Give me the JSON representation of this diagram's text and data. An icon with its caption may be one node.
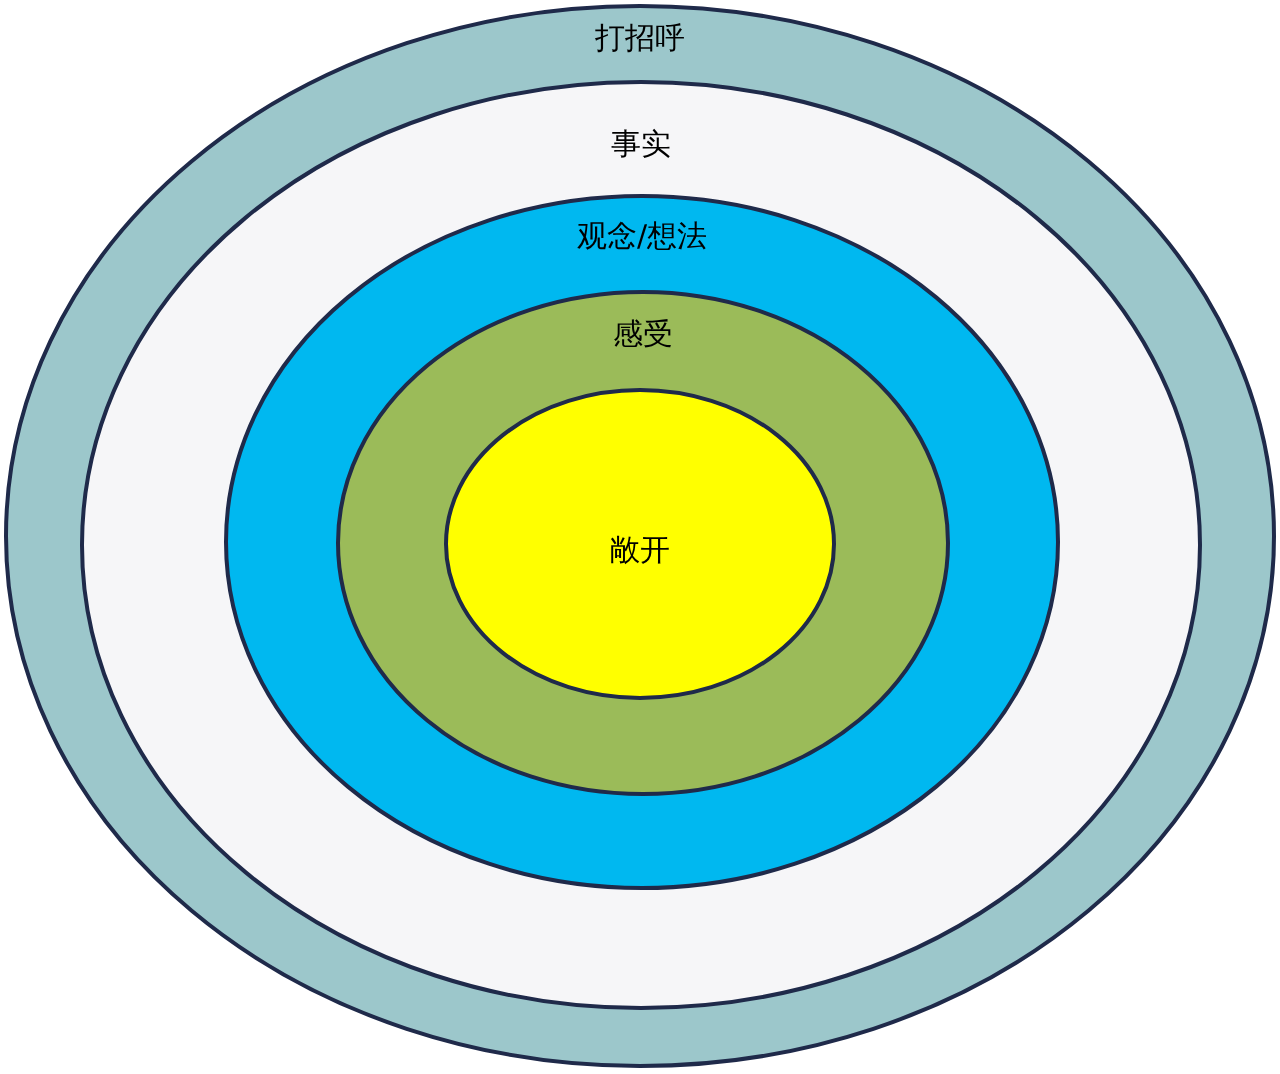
{
  "diagram": {
    "nodes": [
      {
        "text": [
          "打招呼"
        ]
      },
      {
        "text": [
          "事实"
        ],
        "in": 0
      },
      {
        "text": [
          "观念/想法"
        ],
        "in": 1
      },
      {
        "text": [
          "感受"
        ],
        "in": 2
      },
      {
        "text": [
          "敞开"
        ],
        "in": 3
      }
    ],
    "edges": []
  }
}
